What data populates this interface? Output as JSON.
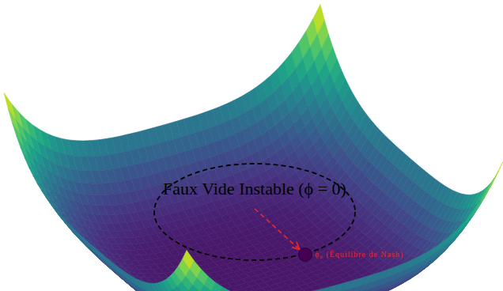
{
  "diagram": {
    "nodes": [
      {
        "text": [
          "Faux Vide Instable (ϕ = 0)"
        ]
      },
      {
        "text": [
          "ϕ₀ (Équilibre de Nash)"
        ]
      }
    ],
    "edges": [
      {
        "from": 0,
        "to": 1,
        "arrow": "to"
      }
    ]
  }
}
